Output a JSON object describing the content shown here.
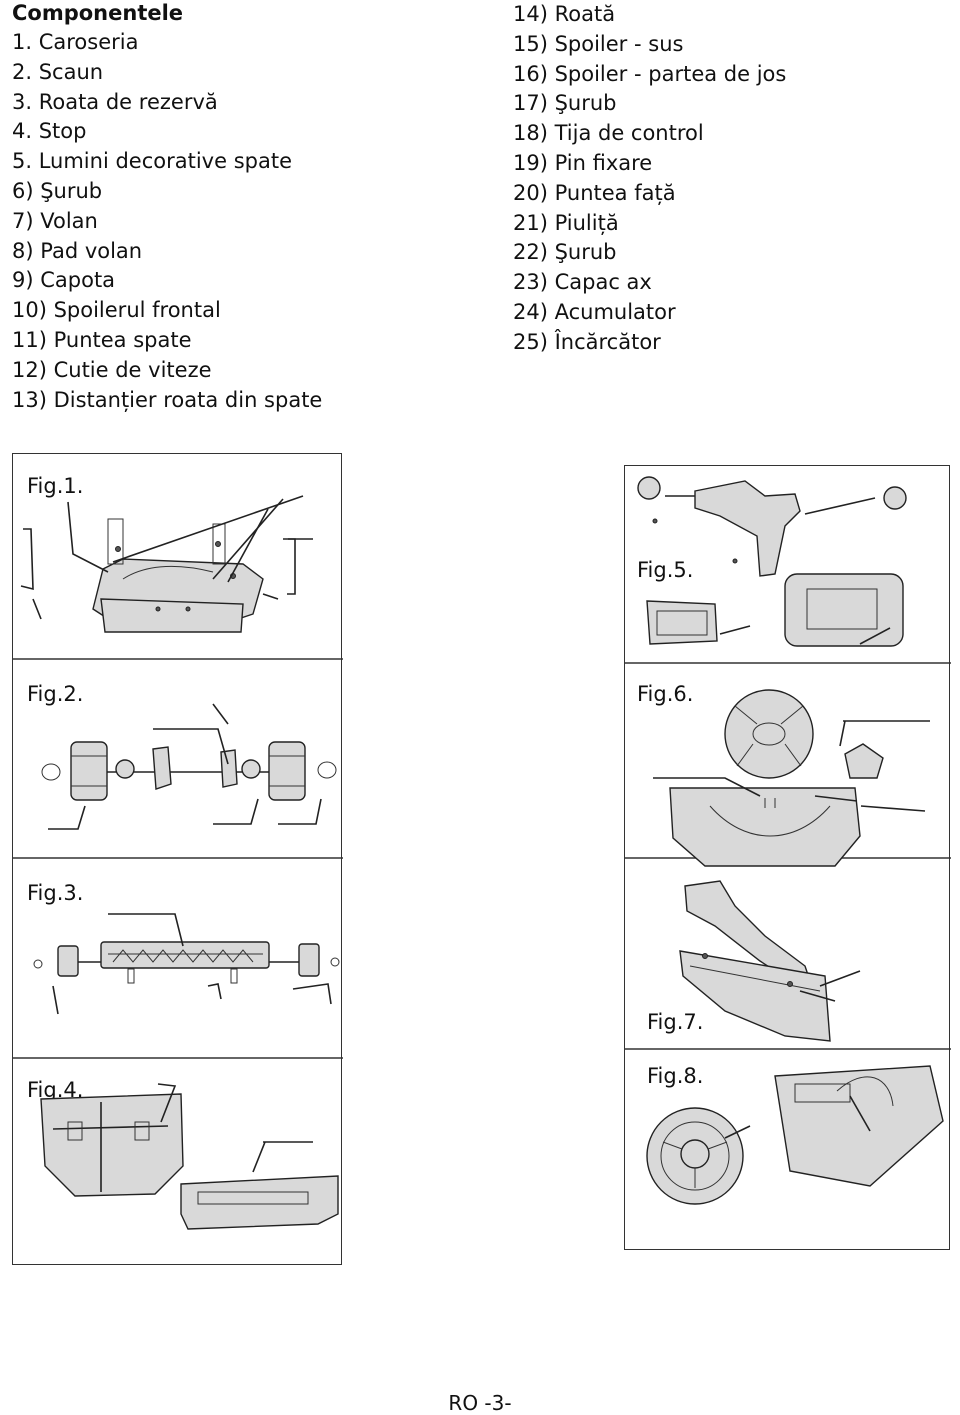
{
  "heading": "Componentele",
  "components_left": [
    "1. Caroseria",
    "2. Scaun",
    "3. Roata de rezervă",
    "4. Stop",
    "5. Lumini decorative spate",
    "6) Şurub",
    "7) Volan",
    "8)  Pad volan",
    "9) Capota",
    "10) Spoilerul frontal",
    "11) Puntea spate",
    "12) Cutie de viteze",
    "13) Distanțier roata din spate"
  ],
  "components_right": [
    "14) Roată",
    "15) Spoiler - sus",
    "16) Spoiler - partea de jos",
    "17) Şurub",
    "18) Tija de control",
    "19) Pin fixare",
    "20) Puntea față",
    "21) Piuliță",
    "22) Şurub",
    "23) Capac ax",
    "24) Acumulator",
    "25) Încărcător"
  ],
  "figures": {
    "fig1": "Fig.1.",
    "fig2": "Fig.2.",
    "fig3": "Fig.3.",
    "fig4": "Fig.4.",
    "fig5": "Fig.5.",
    "fig6": "Fig.6.",
    "fig7": "Fig.7.",
    "fig8": "Fig.8."
  },
  "footer": "RO -3-"
}
